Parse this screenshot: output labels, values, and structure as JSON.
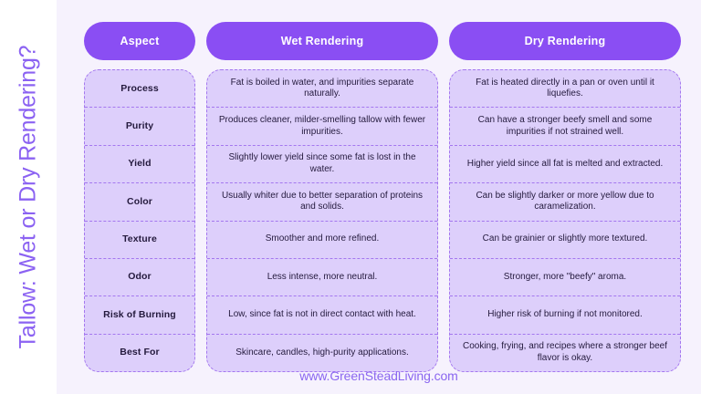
{
  "title": "Tallow: Wet or Dry Rendering?",
  "footer": {
    "website": "www.GreenSteadLiving.com"
  },
  "colors": {
    "header_purple": "#8a4ef3",
    "cell_lavender": "#ddcffb",
    "panel_background": "#f6f2fd",
    "page_background": "#ffffff",
    "title_purple": "#8b62f2",
    "footer_purple": "#8a66f0",
    "border_dashed": "#a477ef",
    "cell_text": "#241a3d"
  },
  "table": {
    "headers": [
      "Aspect",
      "Wet Rendering",
      "Dry Rendering"
    ],
    "rows": [
      {
        "aspect": "Process",
        "wet": "Fat is boiled in water, and impurities separate naturally.",
        "dry": "Fat is heated directly in a pan or oven until it liquefies."
      },
      {
        "aspect": "Purity",
        "wet": "Produces cleaner, milder-smelling tallow with fewer impurities.",
        "dry": "Can have a stronger beefy smell and some impurities if not strained well."
      },
      {
        "aspect": "Yield",
        "wet": "Slightly lower yield since some fat is lost in the water.",
        "dry": "Higher yield since all fat is melted and extracted."
      },
      {
        "aspect": "Color",
        "wet": "Usually whiter due to better separation of proteins and solids.",
        "dry": "Can be slightly darker or more yellow due to caramelization."
      },
      {
        "aspect": "Texture",
        "wet": "Smoother and more refined.",
        "dry": "Can be grainier or slightly more textured."
      },
      {
        "aspect": "Odor",
        "wet": "Less intense, more neutral.",
        "dry": "Stronger, more \"beefy\" aroma."
      },
      {
        "aspect": "Risk of Burning",
        "wet": "Low, since fat is not in direct contact with heat.",
        "dry": "Higher risk of burning if not monitored."
      },
      {
        "aspect": "Best For",
        "wet": "Skincare, candles, high-purity applications.",
        "dry": "Cooking, frying, and recipes where a stronger beef flavor is okay."
      }
    ]
  }
}
